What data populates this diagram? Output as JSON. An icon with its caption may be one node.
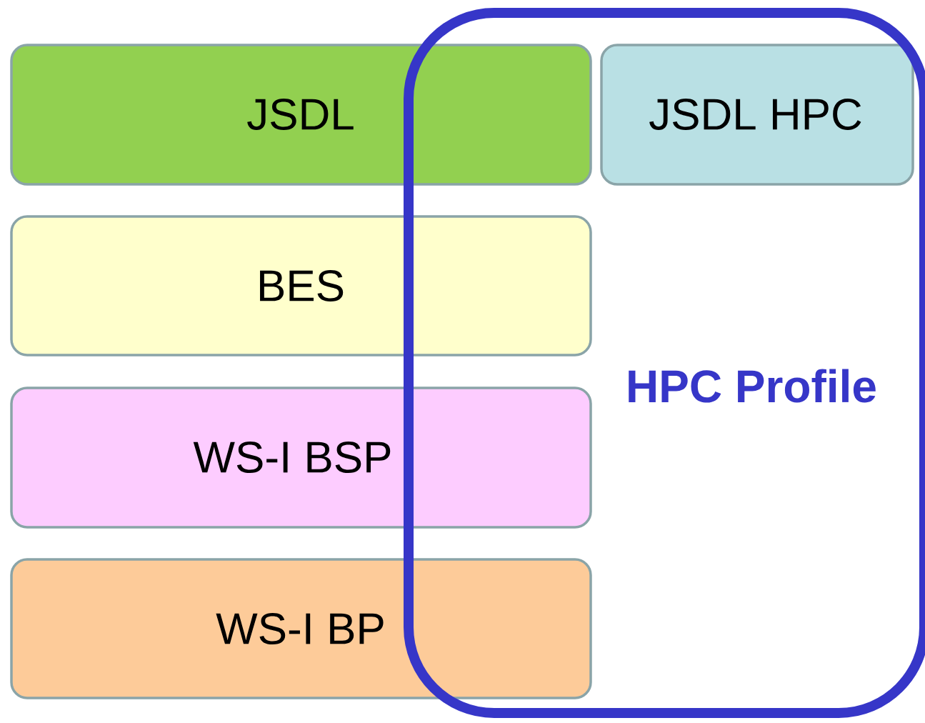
{
  "diagram": {
    "nodes": [
      {
        "text": [
          "JSDL"
        ]
      },
      {
        "text": [
          "HPC Profile"
        ]
      },
      {
        "text": [
          "JSDL HPC"
        ],
        "in": 1
      },
      {
        "text": [
          "BES"
        ]
      },
      {
        "text": [
          "WS-I BSP"
        ]
      },
      {
        "text": [
          "WS-I BP"
        ]
      }
    ]
  }
}
